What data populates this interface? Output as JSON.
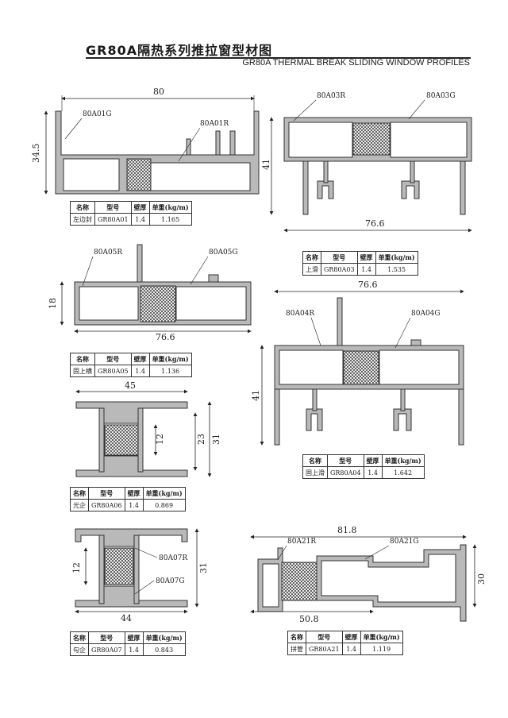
{
  "title": "GR80A隔热系列推拉窗型材图",
  "subtitle": "GR80A THERMAL BREAK SLIDING WINDOW PROFILES",
  "table_headers": {
    "name": "名称",
    "model": "型号",
    "thickness": "壁厚",
    "weight": "单重(kg/m)"
  },
  "profiles": [
    {
      "name": "左边封",
      "model": "GR80A01",
      "thickness": "1.4",
      "weight": "1.165",
      "dims": [
        "80",
        "34.5"
      ],
      "parts": [
        "80A01G",
        "80A01R"
      ]
    },
    {
      "name": "上滑",
      "model": "GR80A03",
      "thickness": "1.4",
      "weight": "1.535",
      "dims": [
        "41",
        "76.6"
      ],
      "parts": [
        "80A03R",
        "80A03G"
      ]
    },
    {
      "name": "固上横",
      "model": "GR80A05",
      "thickness": "1.4",
      "weight": "1.136",
      "dims": [
        "18",
        "76.6"
      ],
      "parts": [
        "80A05R",
        "80A05G"
      ]
    },
    {
      "name": "固上滑",
      "model": "GR80A04",
      "thickness": "1.4",
      "weight": "1.642",
      "dims": [
        "76.6",
        "41"
      ],
      "parts": [
        "80A04R",
        "80A04G"
      ]
    },
    {
      "name": "光企",
      "model": "GR80A06",
      "thickness": "1.4",
      "weight": "0.869",
      "dims": [
        "45",
        "12",
        "23",
        "31"
      ],
      "parts": []
    },
    {
      "name": "勾企",
      "model": "GR80A07",
      "thickness": "1.4",
      "weight": "0.843",
      "dims": [
        "12",
        "31",
        "44"
      ],
      "parts": [
        "80A07R",
        "80A07G"
      ]
    },
    {
      "name": "拼管",
      "model": "GR80A21",
      "thickness": "1.4",
      "weight": "1.119",
      "dims": [
        "81.8",
        "30",
        "50.8"
      ],
      "parts": [
        "80A21R",
        "80A21G"
      ]
    }
  ]
}
